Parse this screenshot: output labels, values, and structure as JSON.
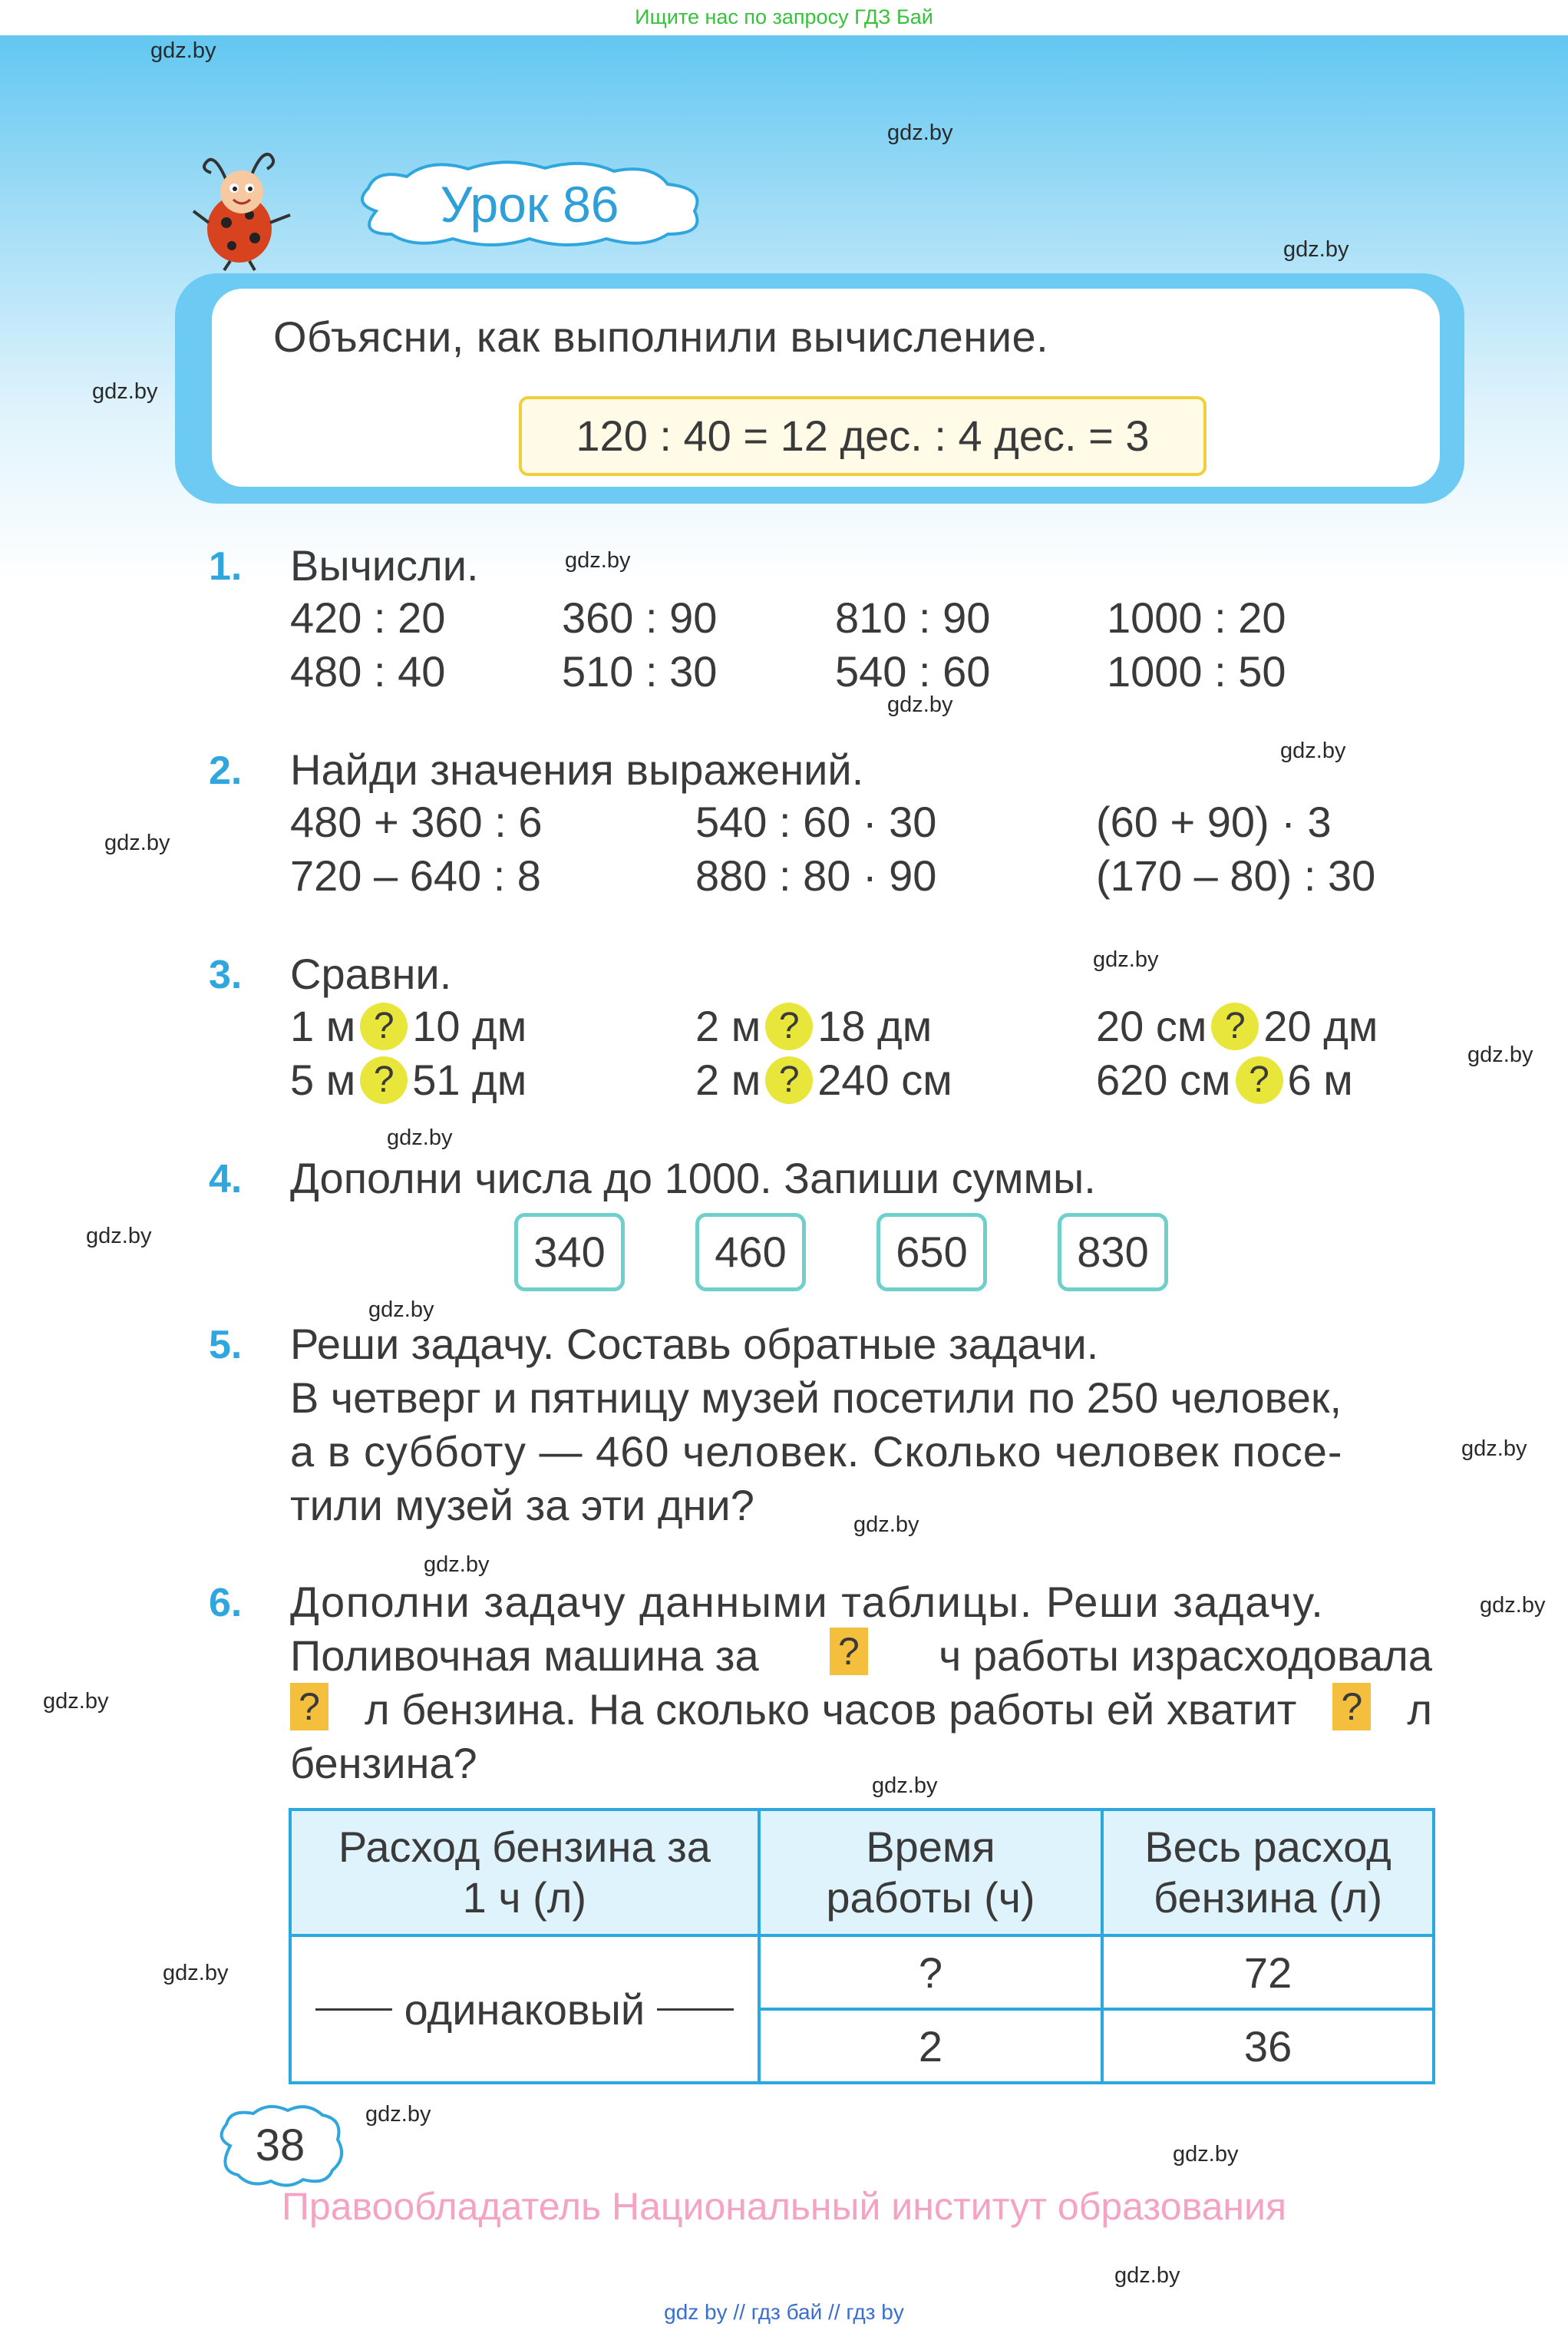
{
  "banner": "Ищите нас по запросу ГДЗ Бай",
  "watermark": "gdz.by",
  "lesson_title": "Урок 86",
  "explain": {
    "text": "Объясни, как выполнили вычисление.",
    "formula": "120 : 40 = 12 дес. : 4 дес. = 3"
  },
  "tasks": {
    "t1": {
      "num": "1.",
      "title": "Вычисли.",
      "items": [
        "420 : 20",
        "360 : 90",
        "810 : 90",
        "1000 : 20",
        "480 : 40",
        "510 : 30",
        "540 : 60",
        "1000 : 50"
      ]
    },
    "t2": {
      "num": "2.",
      "title": "Найди значения выражений.",
      "items": [
        "480 + 360 : 6",
        "540 : 60 · 30",
        "(60 + 90) · 3",
        "720 – 640 : 8",
        "880 : 80 · 90",
        "(170 – 80) : 30"
      ]
    },
    "t3": {
      "num": "3.",
      "title": "Сравни.",
      "q": "?",
      "items": [
        {
          "left": "1 м",
          "right": "10 дм"
        },
        {
          "left": "2 м",
          "right": "18 дм"
        },
        {
          "left": "20 см",
          "right": "20 дм"
        },
        {
          "left": "5 м",
          "right": "51 дм"
        },
        {
          "left": "2 м",
          "right": "240 см"
        },
        {
          "left": "620 см",
          "right": "6 м"
        }
      ]
    },
    "t4": {
      "num": "4.",
      "title": "Дополни числа до 1000. Запиши суммы.",
      "boxes": [
        "340",
        "460",
        "650",
        "830"
      ]
    },
    "t5": {
      "num": "5.",
      "line1": "Реши задачу. Составь обратные задачи.",
      "line2": "В четверг и пятницу музей посетили по 250 человек,",
      "line3": "а в субботу — 460 человек. Сколько человек посе-",
      "line4": "тили музей за эти дни?"
    },
    "t6": {
      "num": "6.",
      "line1": "Дополни задачу данными таблицы. Реши задачу.",
      "line2a": "Поливочная машина за",
      "line2b": "ч работы израсходовала",
      "line3a": "л бензина. На сколько часов работы ей хватит",
      "line3b": "л",
      "line4": "бензина?",
      "q": "?"
    }
  },
  "table": {
    "headers": [
      "Расход бензина за 1 ч (л)",
      "Время работы (ч)",
      "Весь расход бензина (л)"
    ],
    "merged_label": "одинаковый",
    "rows": [
      {
        "time": "?",
        "total": "72"
      },
      {
        "time": "2",
        "total": "36"
      }
    ]
  },
  "page_number": "38",
  "rights": "Правообладатель Национальный институт образования",
  "bottom_links": "gdz by  //  гдз бай  //  гдз by"
}
